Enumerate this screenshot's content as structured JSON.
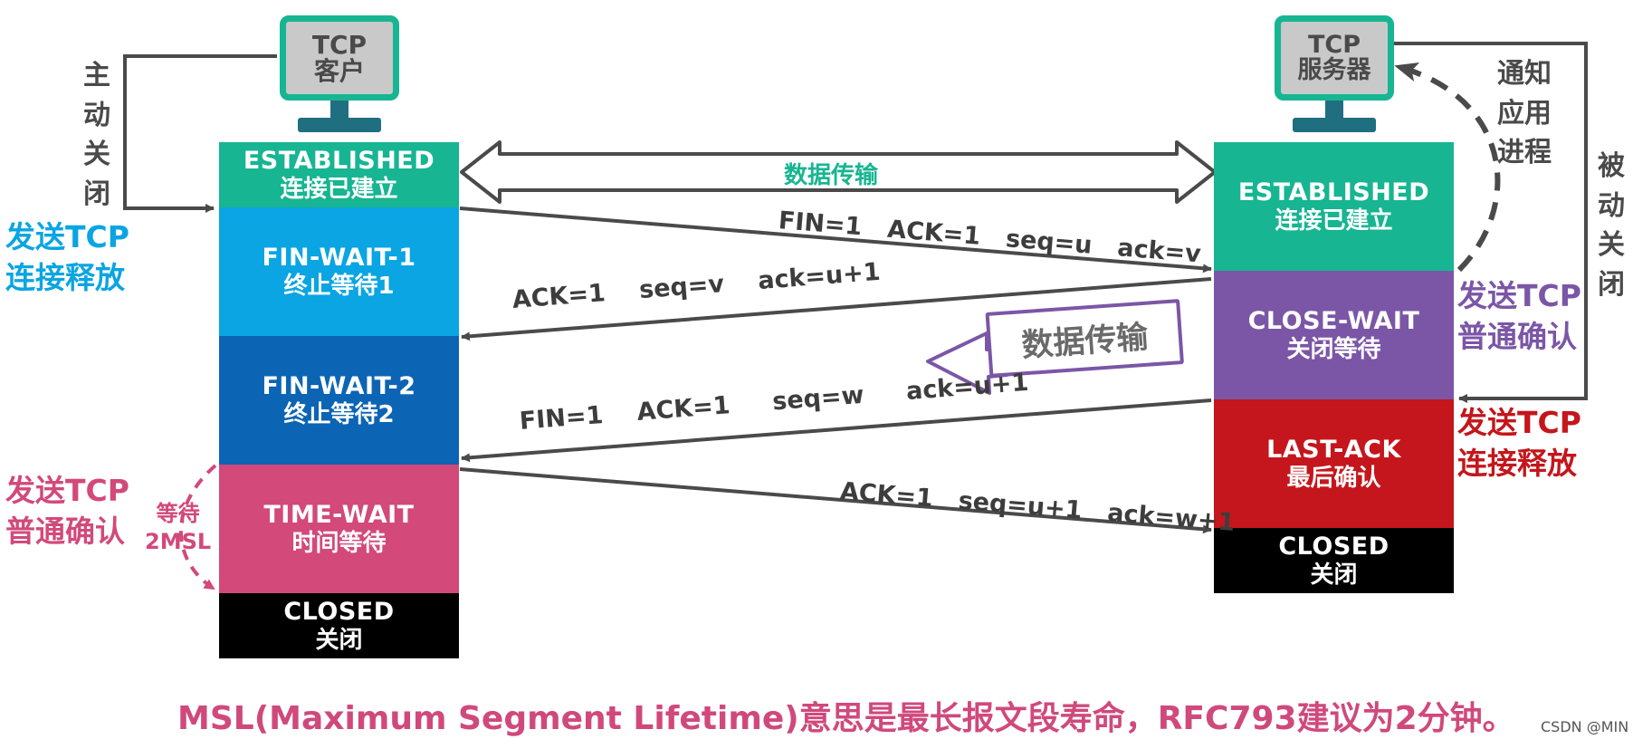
{
  "client": {
    "monitor_text": [
      "TCP",
      "客户"
    ],
    "active_close": [
      "主",
      "动",
      "关",
      "闭"
    ],
    "states": [
      {
        "en": "ESTABLISHED",
        "zh": "连接已建立",
        "color": "#17b592"
      },
      {
        "en": "FIN-WAIT-1",
        "zh": "终止等待1",
        "color": "#0aa5e2"
      },
      {
        "en": "FIN-WAIT-2",
        "zh": "终止等待2",
        "color": "#0c64b4"
      },
      {
        "en": "TIME-WAIT",
        "zh": "时间等待",
        "color": "#d2497a"
      },
      {
        "en": "CLOSED",
        "zh": "关闭",
        "color": "#000000"
      }
    ],
    "send_release": [
      "发送TCP",
      "连接释放"
    ],
    "send_ack": [
      "发送TCP",
      "普通确认"
    ],
    "wait_label": [
      "等待",
      "2MSL"
    ]
  },
  "server": {
    "monitor_text": [
      "TCP",
      "服务器"
    ],
    "notify_app": [
      "通",
      "知",
      "应",
      "用",
      "进",
      "程"
    ],
    "passive_close": [
      "被",
      "动",
      "关",
      "闭"
    ],
    "states": [
      {
        "en": "ESTABLISHED",
        "zh": "连接已建立",
        "color": "#17b592"
      },
      {
        "en": "CLOSE-WAIT",
        "zh": "关闭等待",
        "color": "#7b56a6"
      },
      {
        "en": "LAST-ACK",
        "zh": "最后确认",
        "color": "#c4161c"
      },
      {
        "en": "CLOSED",
        "zh": "关闭",
        "color": "#000000"
      }
    ],
    "send_ack": [
      "发送TCP",
      "普通确认"
    ],
    "send_release": [
      "发送TCP",
      "连接释放"
    ]
  },
  "transfer_label": "数据传输",
  "half_close_label": "数据传输",
  "messages": [
    "FIN=1   ACK=1   seq=u   ack=v",
    "ACK=1    seq=v    ack=u+1",
    "FIN=1    ACK=1     seq=w     ack=u+1",
    "ACK=1   seq=u+1   ack=w+1"
  ],
  "footer": "MSL(Maximum Segment Lifetime)意思是最长报文段寿命，RFC793建议为2分钟。",
  "watermark": "CSDN @MIN",
  "colors": {
    "client_release": "#0aa5e2",
    "client_ack": "#d2497a",
    "server_ack": "#7b56a6",
    "server_release": "#c4161c",
    "footer": "#d0497c",
    "arrow": "#4a4a4a"
  }
}
